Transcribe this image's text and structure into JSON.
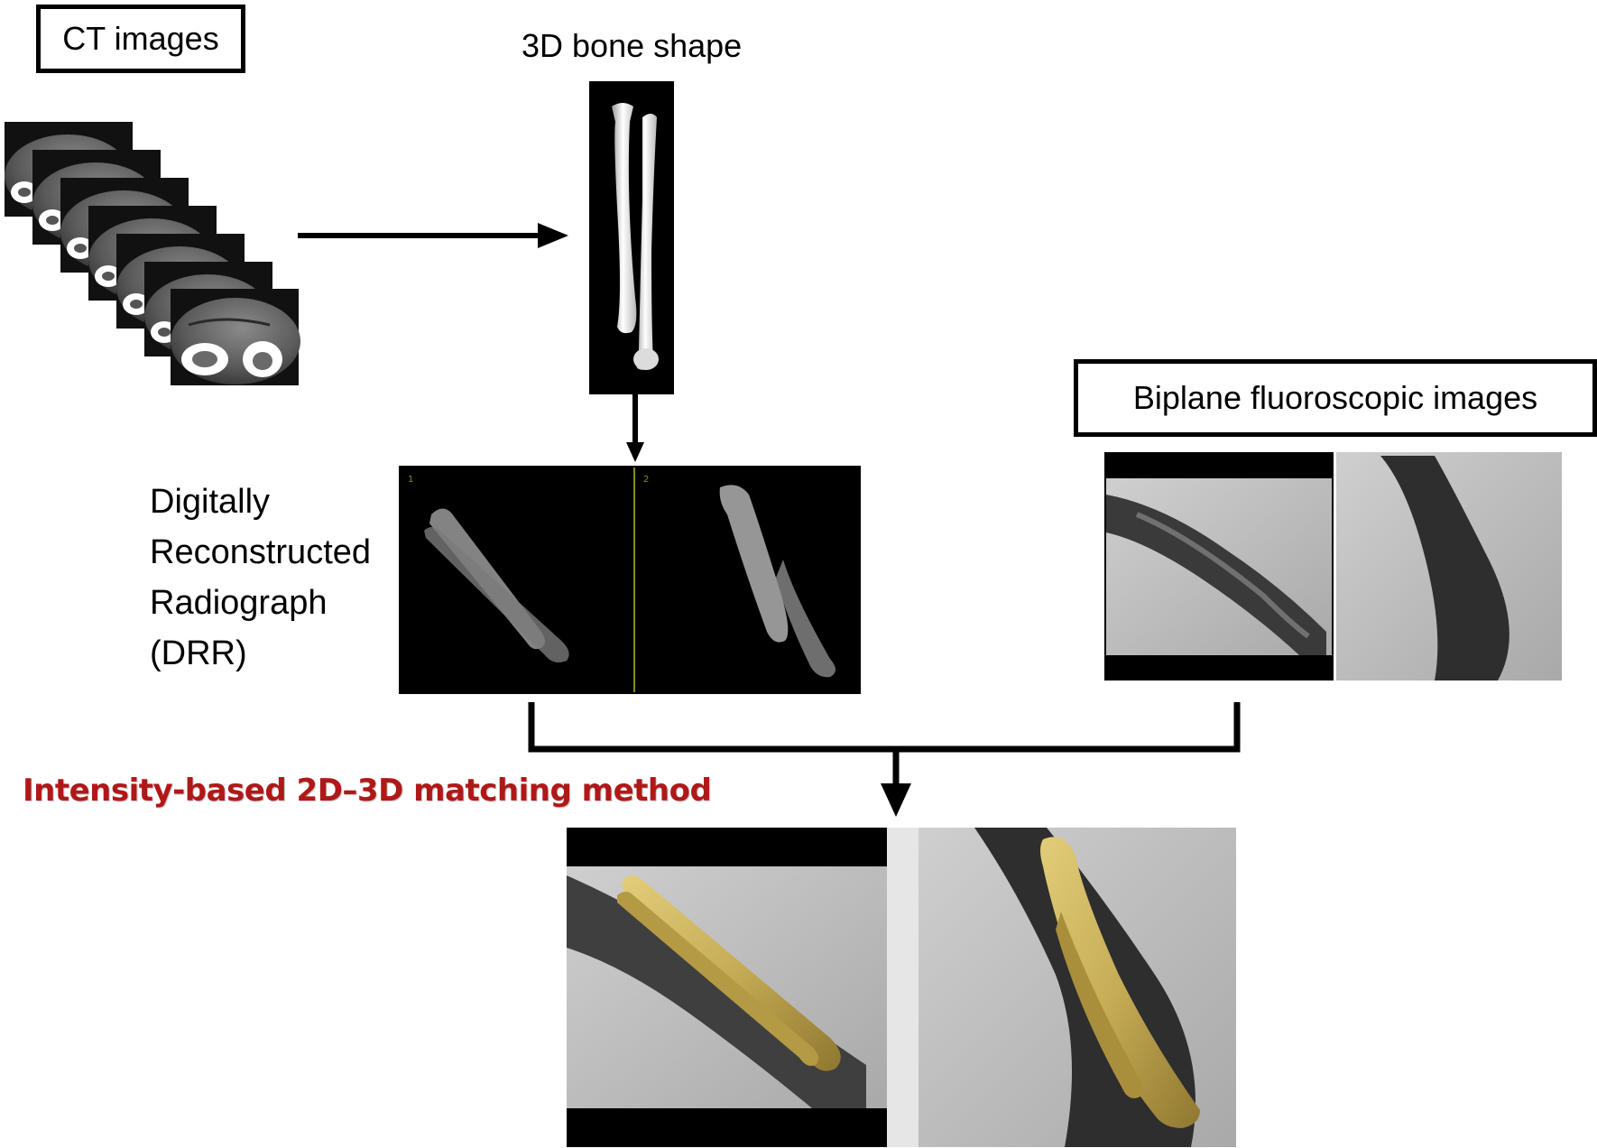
{
  "labels": {
    "ct_images": "CT images",
    "bone_shape": "3D bone shape",
    "biplane": "Biplane fluoroscopic images",
    "drr_lines": [
      "Digitally",
      "Reconstructed",
      "Radiograph",
      "(DRR)"
    ],
    "drr_panel_numbers": [
      "1",
      "2"
    ],
    "method": "Intensity-based 2D–3D matching method"
  },
  "colors": {
    "method_text": "#b01818",
    "bone_overlay": "#c8b25a",
    "drr_divider": "#8a8a20"
  },
  "icons": {
    "ct_stack": "ct-slice-stack",
    "bone_model": "forearm-bone-render",
    "drr": "drr-image-pair",
    "fluoro": "fluoroscopy-image-pair",
    "result": "matched-overlay-pair"
  }
}
